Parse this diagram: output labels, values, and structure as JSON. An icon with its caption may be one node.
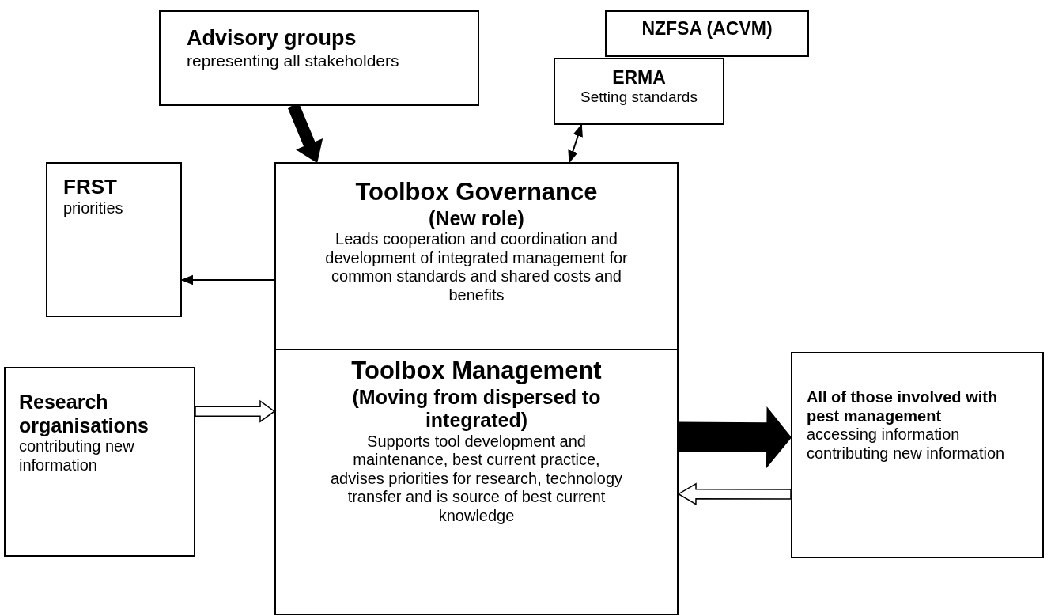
{
  "diagram": {
    "nodes": [
      {
        "text": [
          "Advisory groups",
          "representing all stakeholders"
        ]
      },
      {
        "text": [
          "NZFSA (ACVM)"
        ]
      },
      {
        "text": [
          "ERMA",
          "Setting standards"
        ]
      },
      {
        "text": [
          "FRST",
          "priorities"
        ]
      },
      {
        "text": [
          "Toolbox Governance",
          "(New role)",
          "Leads cooperation and coordination and development of integrated management for common standards and shared costs and benefits"
        ]
      },
      {
        "text": [
          "Toolbox Management",
          "(Moving from dispersed to integrated)",
          "Supports tool development and maintenance, best current practice, advises priorities for research, technology transfer and is source of best current knowledge"
        ]
      },
      {
        "text": [
          "Research organisations",
          "contributing new information"
        ]
      },
      {
        "text": [
          "All of those involved with pest management",
          "accessing information contributing new information"
        ]
      }
    ],
    "edges": [
      {
        "from": 0,
        "to": 4,
        "arrow": "to",
        "style": "thick"
      },
      {
        "from": 2,
        "to": 4,
        "arrow": "both"
      },
      {
        "from": 4,
        "to": 3,
        "arrow": "to"
      },
      {
        "from": 6,
        "to": 5,
        "arrow": "to",
        "style": "thick",
        "color": "#ffffff"
      },
      {
        "from": 5,
        "to": 7,
        "arrow": "to",
        "style": "thick"
      },
      {
        "from": 7,
        "to": 5,
        "arrow": "to",
        "style": "thick",
        "color": "#ffffff"
      }
    ]
  }
}
